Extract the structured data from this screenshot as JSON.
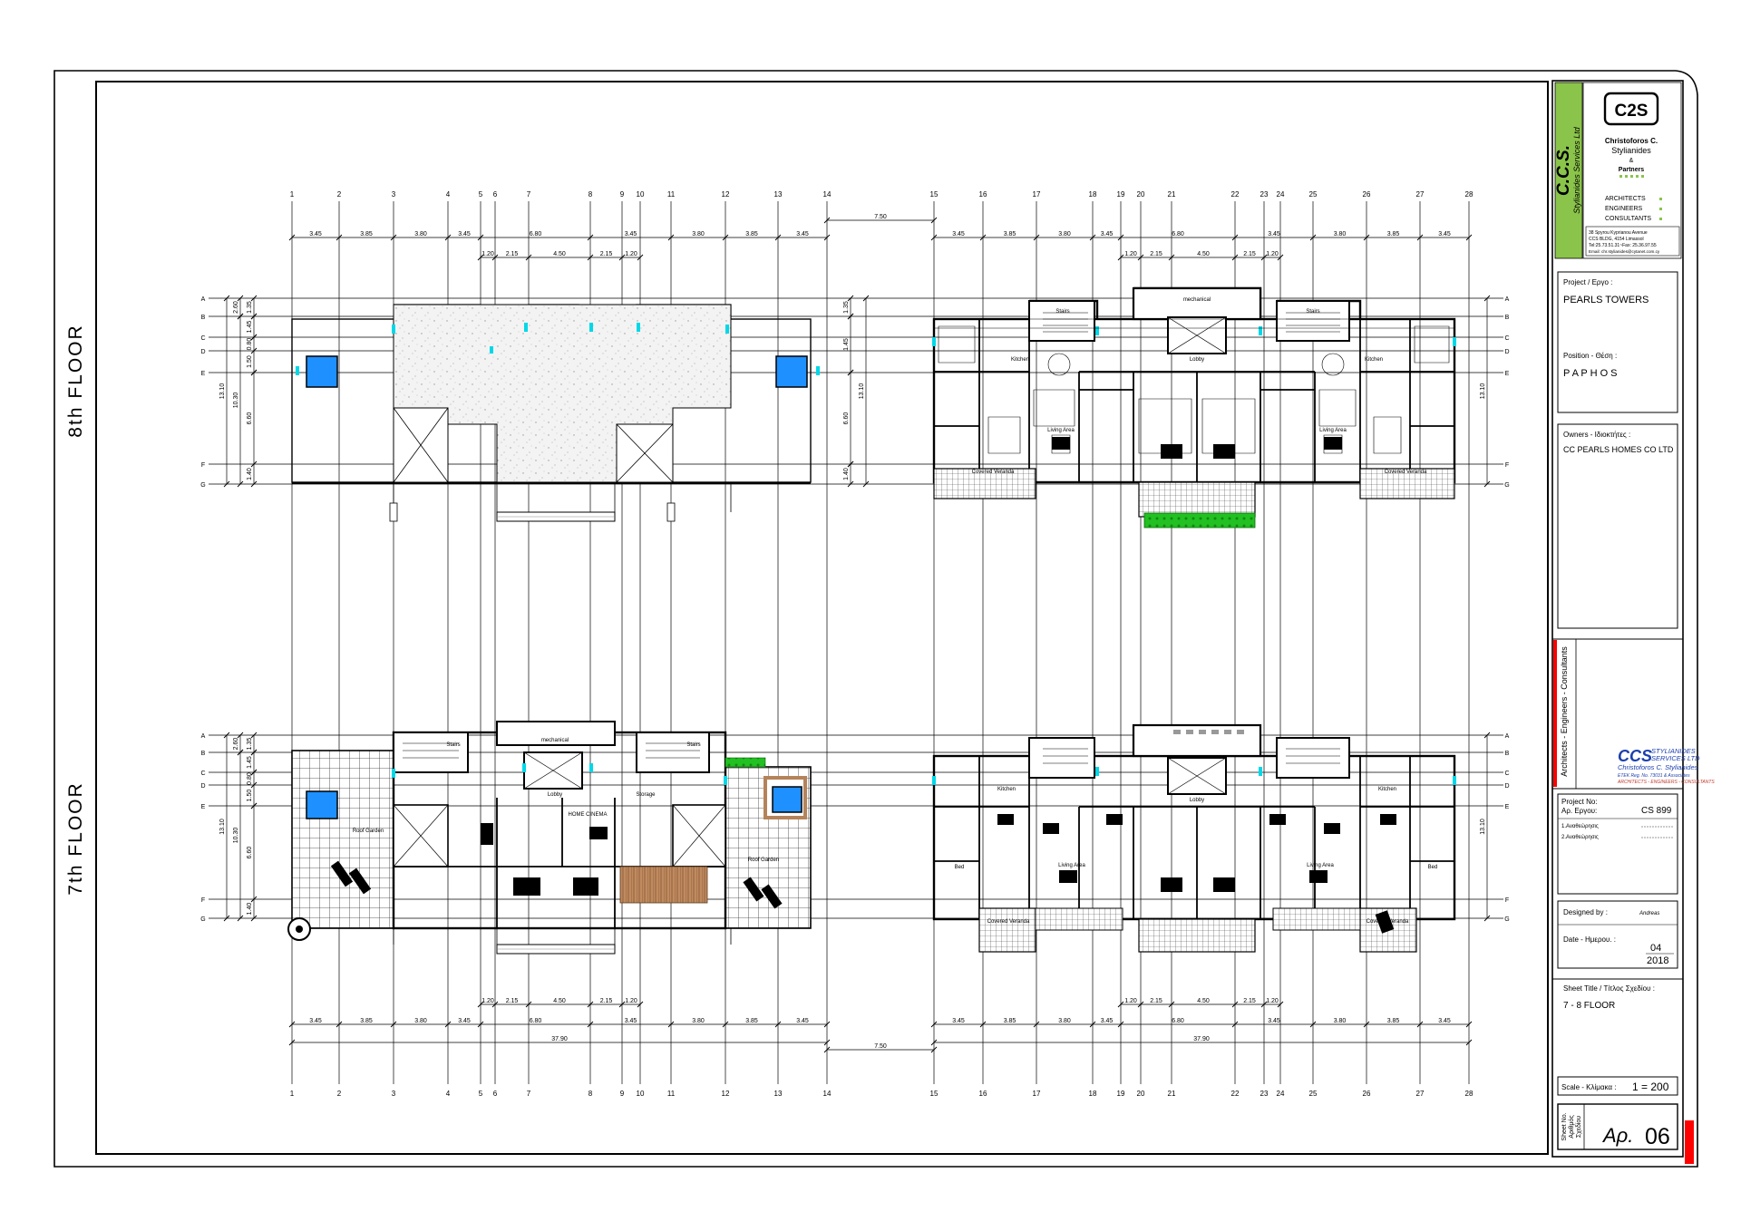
{
  "floors": {
    "upper_label": "8th FLOOR",
    "lower_label": "7th FLOOR"
  },
  "grid": {
    "columns": [
      "1",
      "2",
      "3",
      "4",
      "5",
      "6",
      "7",
      "8",
      "9",
      "10",
      "11",
      "12",
      "13",
      "14",
      "15",
      "16",
      "17",
      "18",
      "19",
      "20",
      "21",
      "22",
      "23",
      "24",
      "25",
      "26",
      "27",
      "28"
    ],
    "rows": [
      "A",
      "B",
      "C",
      "D",
      "E",
      "F",
      "G"
    ]
  },
  "dimensions": {
    "bays_left": [
      "3.45",
      "3.85",
      "3.80",
      "3.45",
      "6.80",
      "3.45",
      "3.80",
      "3.85",
      "3.45"
    ],
    "bays_right": [
      "3.45",
      "3.85",
      "3.80",
      "3.45",
      "6.80",
      "3.45",
      "3.80",
      "3.85",
      "3.45"
    ],
    "core": [
      "1.20",
      "2.15",
      "4.50",
      "2.15",
      "1.20"
    ],
    "gap": "7.50",
    "overall": "37.90",
    "vertical": [
      "2.60",
      "1.45",
      "1.35",
      "0.80",
      "1.50",
      "13.10",
      "10.30",
      "6.60",
      "1.40"
    ]
  },
  "plan_labels": {
    "mechanical": "mechanical",
    "lobby": "Lobby",
    "stairs": "Stairs",
    "kitchen": "Kitchen",
    "living": "Living Area",
    "covered_veranda": "Covered Veranda",
    "roof_garden": "Roof Garden",
    "home_cinema": "HOME CINEMA",
    "storage": "Storage",
    "bed": "Bed"
  },
  "company": {
    "vertical_name": "C.C.S.",
    "vertical_sub": "Stylianides Services Ltd",
    "logo": "C2S",
    "name_line1": "Christoforos C.",
    "name_line2": "Stylianides",
    "name_line3": "&",
    "name_line4": "Partners",
    "role1": "ARCHITECTS",
    "role2": "ENGINEERS",
    "role3": "CONSULTANTS",
    "addr1": "38 Spyrou Kyprianou Avenue",
    "addr2": "CCS BLDG, 4154 Limassol",
    "addr3": "Tel:25.73.51.31~Fax: 25.36.97.55",
    "addr4": "Email: chr.stylianides@cytanet.com.cy"
  },
  "title_block": {
    "project_label": "Project / Εργο :",
    "project_value": "PEARLS TOWERS",
    "position_label": "Position - Θέση :",
    "position_value": "P A P H O S",
    "owners_label": "Owners - Ιδιοκτήτες :",
    "owners_value": "CC PEARLS HOMES CO LTD",
    "side_text": "Architects - Engineers - Consultants",
    "ccs_logo": "CCS",
    "ccs_logo_sub1": "STYLIANIDES",
    "ccs_logo_sub2": "SERVICES LTD",
    "ccs_logo_line2": "Christoforos C. Stylianides",
    "ccs_logo_line3": "ETEK Reg. No. 73031 & Associates",
    "ccs_logo_line4": "ARCHITECTS - ENGINEERS - CONSULTANTS",
    "project_no_label1": "Project No:",
    "project_no_label2": "Αρ. Εργου:",
    "project_no_value": "CS 899",
    "revision1": "1.Αναθεώρησις",
    "revision2": "2.Αναθεώρησις",
    "designed_label": "Designed by :",
    "designed_value": "Andreas",
    "date_label": "Date - Ημερου. :",
    "date_month": "04",
    "date_year": "2018",
    "sheet_title_label": "Sheet Title / Τίτλος Σχεδίου :",
    "sheet_title_value": "7 - 8 FLOOR",
    "scale_label": "Scale - Κλίμακα :",
    "scale_value": "1 = 200",
    "sheet_no_label1": "Sheet No.",
    "sheet_no_label2": "Αριθμός",
    "sheet_no_label3": "Σχεδίου",
    "sheet_no_prefix": "Αρ.",
    "sheet_no_value": "06"
  },
  "colors": {
    "pool": "#1e90ff",
    "glass": "#00d8e8",
    "planter": "#22c022",
    "deck": "#b5835a",
    "accent_red": "#ff0000",
    "logo_green": "#8ac44a"
  }
}
